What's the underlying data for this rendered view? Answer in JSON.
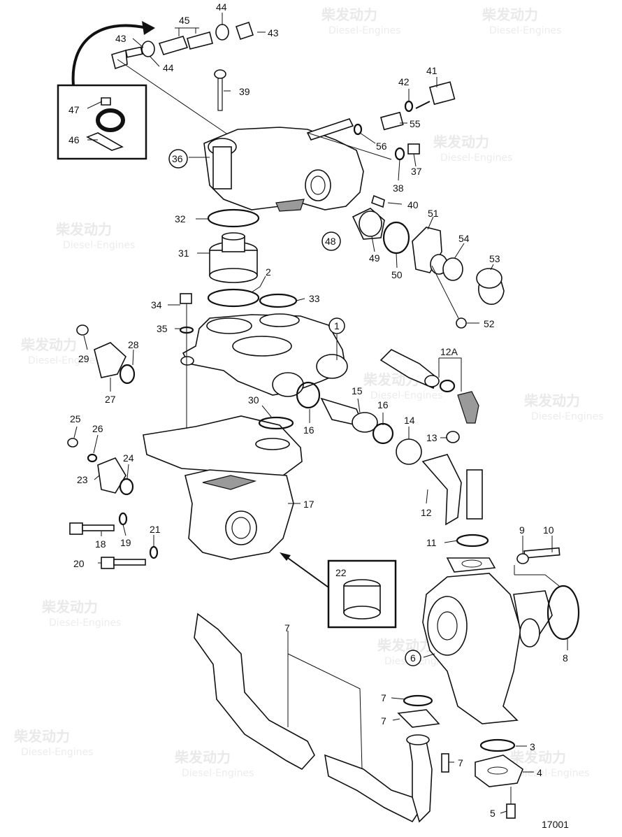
{
  "diagram": {
    "drawing_number": "17001",
    "watermark": {
      "brand": "柴发动力",
      "sub": "Diesel-Engines"
    },
    "callouts": [
      {
        "id": "c43a",
        "text": "43"
      },
      {
        "id": "c45",
        "text": "45"
      },
      {
        "id": "c44a",
        "text": "44"
      },
      {
        "id": "c43b",
        "text": "43"
      },
      {
        "id": "c44b",
        "text": "44"
      },
      {
        "id": "c47",
        "text": "47"
      },
      {
        "id": "c46",
        "text": "46"
      },
      {
        "id": "c39",
        "text": "39"
      },
      {
        "id": "c42",
        "text": "42"
      },
      {
        "id": "c41",
        "text": "41"
      },
      {
        "id": "c55",
        "text": "55"
      },
      {
        "id": "c56",
        "text": "56"
      },
      {
        "id": "c37",
        "text": "37"
      },
      {
        "id": "c38",
        "text": "38"
      },
      {
        "id": "c36",
        "text": "36"
      },
      {
        "id": "c40",
        "text": "40"
      },
      {
        "id": "c32",
        "text": "32"
      },
      {
        "id": "c48",
        "text": "48"
      },
      {
        "id": "c51",
        "text": "51"
      },
      {
        "id": "c54",
        "text": "54"
      },
      {
        "id": "c53",
        "text": "53"
      },
      {
        "id": "c31",
        "text": "31"
      },
      {
        "id": "c49",
        "text": "49"
      },
      {
        "id": "c50",
        "text": "50"
      },
      {
        "id": "c2",
        "text": "2"
      },
      {
        "id": "c34",
        "text": "34"
      },
      {
        "id": "c33",
        "text": "33"
      },
      {
        "id": "c52",
        "text": "52"
      },
      {
        "id": "c35",
        "text": "35"
      },
      {
        "id": "c1",
        "text": "1"
      },
      {
        "id": "c29",
        "text": "29"
      },
      {
        "id": "c28",
        "text": "28"
      },
      {
        "id": "c12A",
        "text": "12A"
      },
      {
        "id": "c27",
        "text": "27"
      },
      {
        "id": "c30",
        "text": "30"
      },
      {
        "id": "c15",
        "text": "15"
      },
      {
        "id": "c16a",
        "text": "16"
      },
      {
        "id": "c16b",
        "text": "16"
      },
      {
        "id": "c14",
        "text": "14"
      },
      {
        "id": "c25",
        "text": "25"
      },
      {
        "id": "c26",
        "text": "26"
      },
      {
        "id": "c13",
        "text": "13"
      },
      {
        "id": "c24",
        "text": "24"
      },
      {
        "id": "c23",
        "text": "23"
      },
      {
        "id": "c17",
        "text": "17"
      },
      {
        "id": "c12",
        "text": "12"
      },
      {
        "id": "c18",
        "text": "18"
      },
      {
        "id": "c19",
        "text": "19"
      },
      {
        "id": "c21",
        "text": "21"
      },
      {
        "id": "c9",
        "text": "9"
      },
      {
        "id": "c10",
        "text": "10"
      },
      {
        "id": "c11",
        "text": "11"
      },
      {
        "id": "c20",
        "text": "20"
      },
      {
        "id": "c22",
        "text": "22"
      },
      {
        "id": "c7a",
        "text": "7"
      },
      {
        "id": "c6",
        "text": "6"
      },
      {
        "id": "c8",
        "text": "8"
      },
      {
        "id": "c7b",
        "text": "7"
      },
      {
        "id": "c7c",
        "text": "7"
      },
      {
        "id": "c7d",
        "text": "7"
      },
      {
        "id": "c3",
        "text": "3"
      },
      {
        "id": "c4",
        "text": "4"
      },
      {
        "id": "c5",
        "text": "5"
      }
    ]
  }
}
